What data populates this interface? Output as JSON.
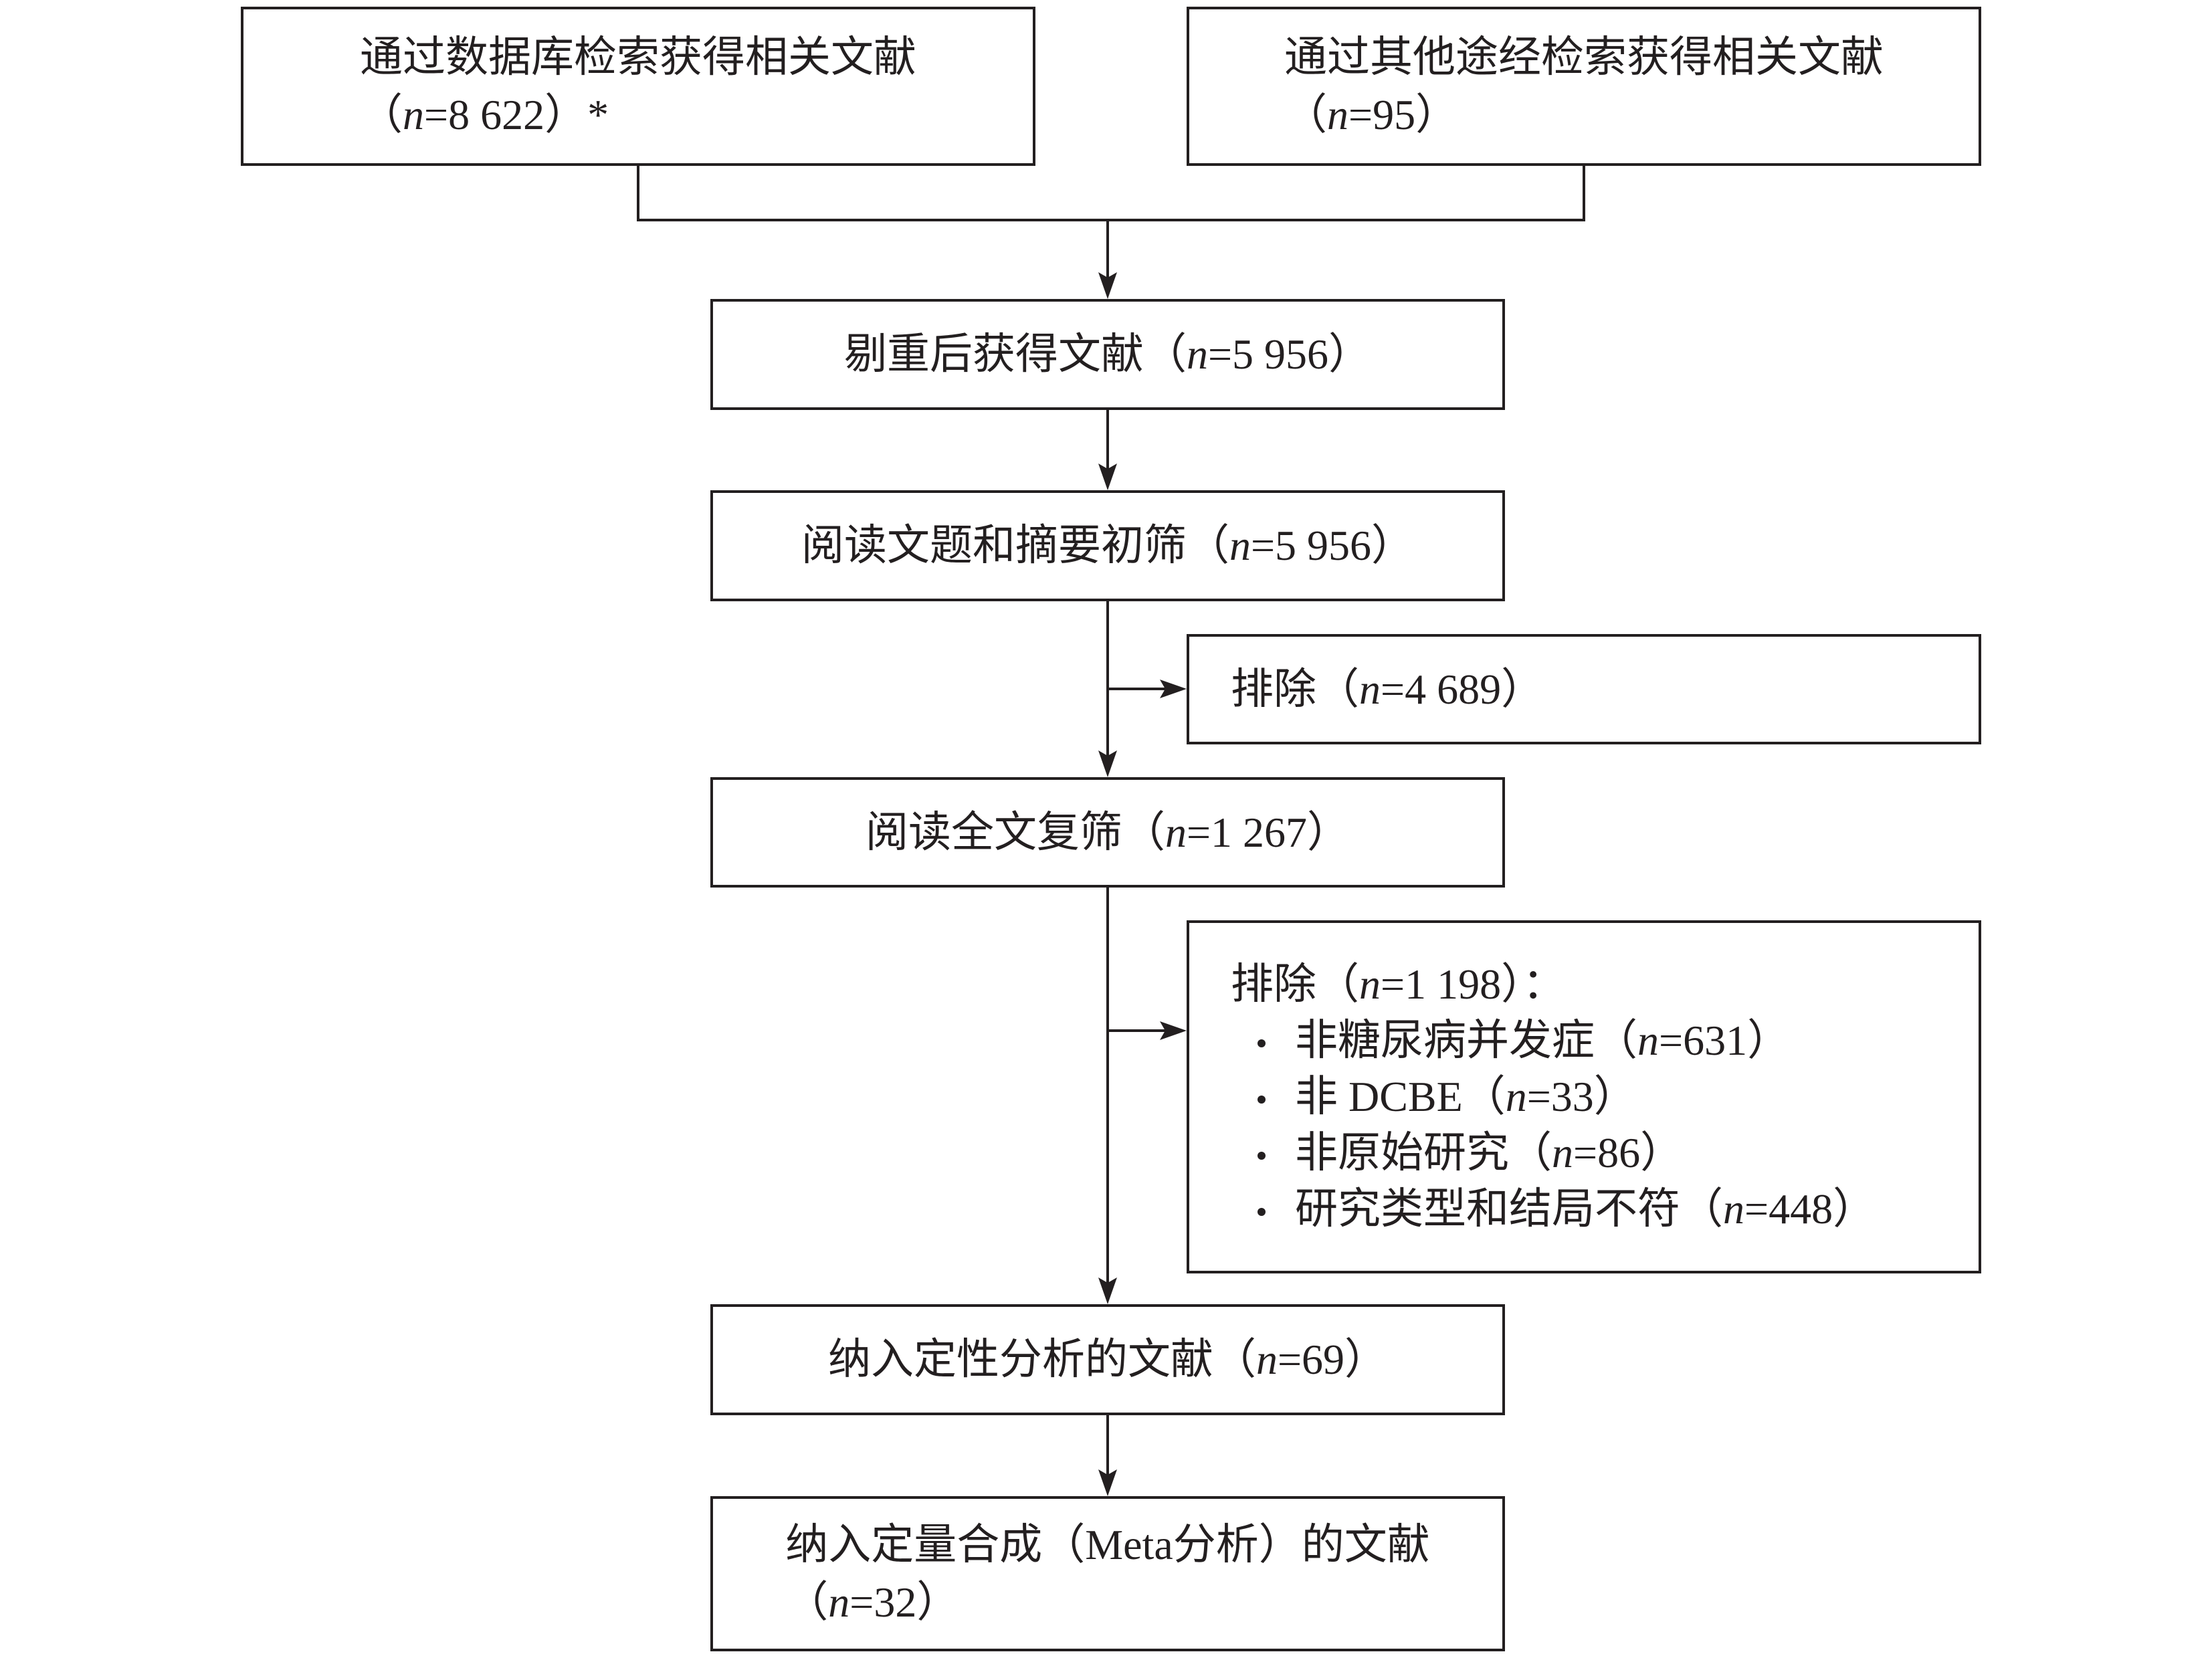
{
  "colors": {
    "stroke": "#231f20",
    "background": "#ffffff"
  },
  "boxes": {
    "db_search": {
      "line1": "通过数据库检索获得相关文献",
      "line2_pre": "（",
      "line2_var": "n",
      "line2_post": "=8 622）*"
    },
    "other_search": {
      "line1": "通过其他途经检索获得相关文献",
      "line2_pre": "（",
      "line2_var": "n",
      "line2_post": "=95）"
    },
    "deduplicated": {
      "pre": "剔重后获得文献（",
      "var": "n",
      "post": "=5 956）"
    },
    "title_abstract_screen": {
      "pre": "阅读文题和摘要初筛（",
      "var": "n",
      "post": "=5 956）"
    },
    "excluded_1": {
      "pre": "排除（",
      "var": "n",
      "post": "=4 689）"
    },
    "fulltext_screen": {
      "pre": "阅读全文复筛（",
      "var": "n",
      "post": "=1 267）"
    },
    "excluded_2": {
      "heading_pre": "排除（",
      "heading_var": "n",
      "heading_post": "=1 198）：",
      "reasons": [
        {
          "pre": "非糖尿病并发症（",
          "var": "n",
          "post": "=631）"
        },
        {
          "pre": "非 DCBE（",
          "var": "n",
          "post": "=33）"
        },
        {
          "pre": "非原始研究（",
          "var": "n",
          "post": "=86）"
        },
        {
          "pre": "研究类型和结局不符（",
          "var": "n",
          "post": "=448）"
        }
      ]
    },
    "qualitative": {
      "pre": "纳入定性分析的文献（",
      "var": "n",
      "post": "=69）"
    },
    "quantitative": {
      "line1": "纳入定量合成（Meta分析）的文献",
      "line2_pre": "（",
      "line2_var": "n",
      "line2_post": "=32）"
    }
  }
}
